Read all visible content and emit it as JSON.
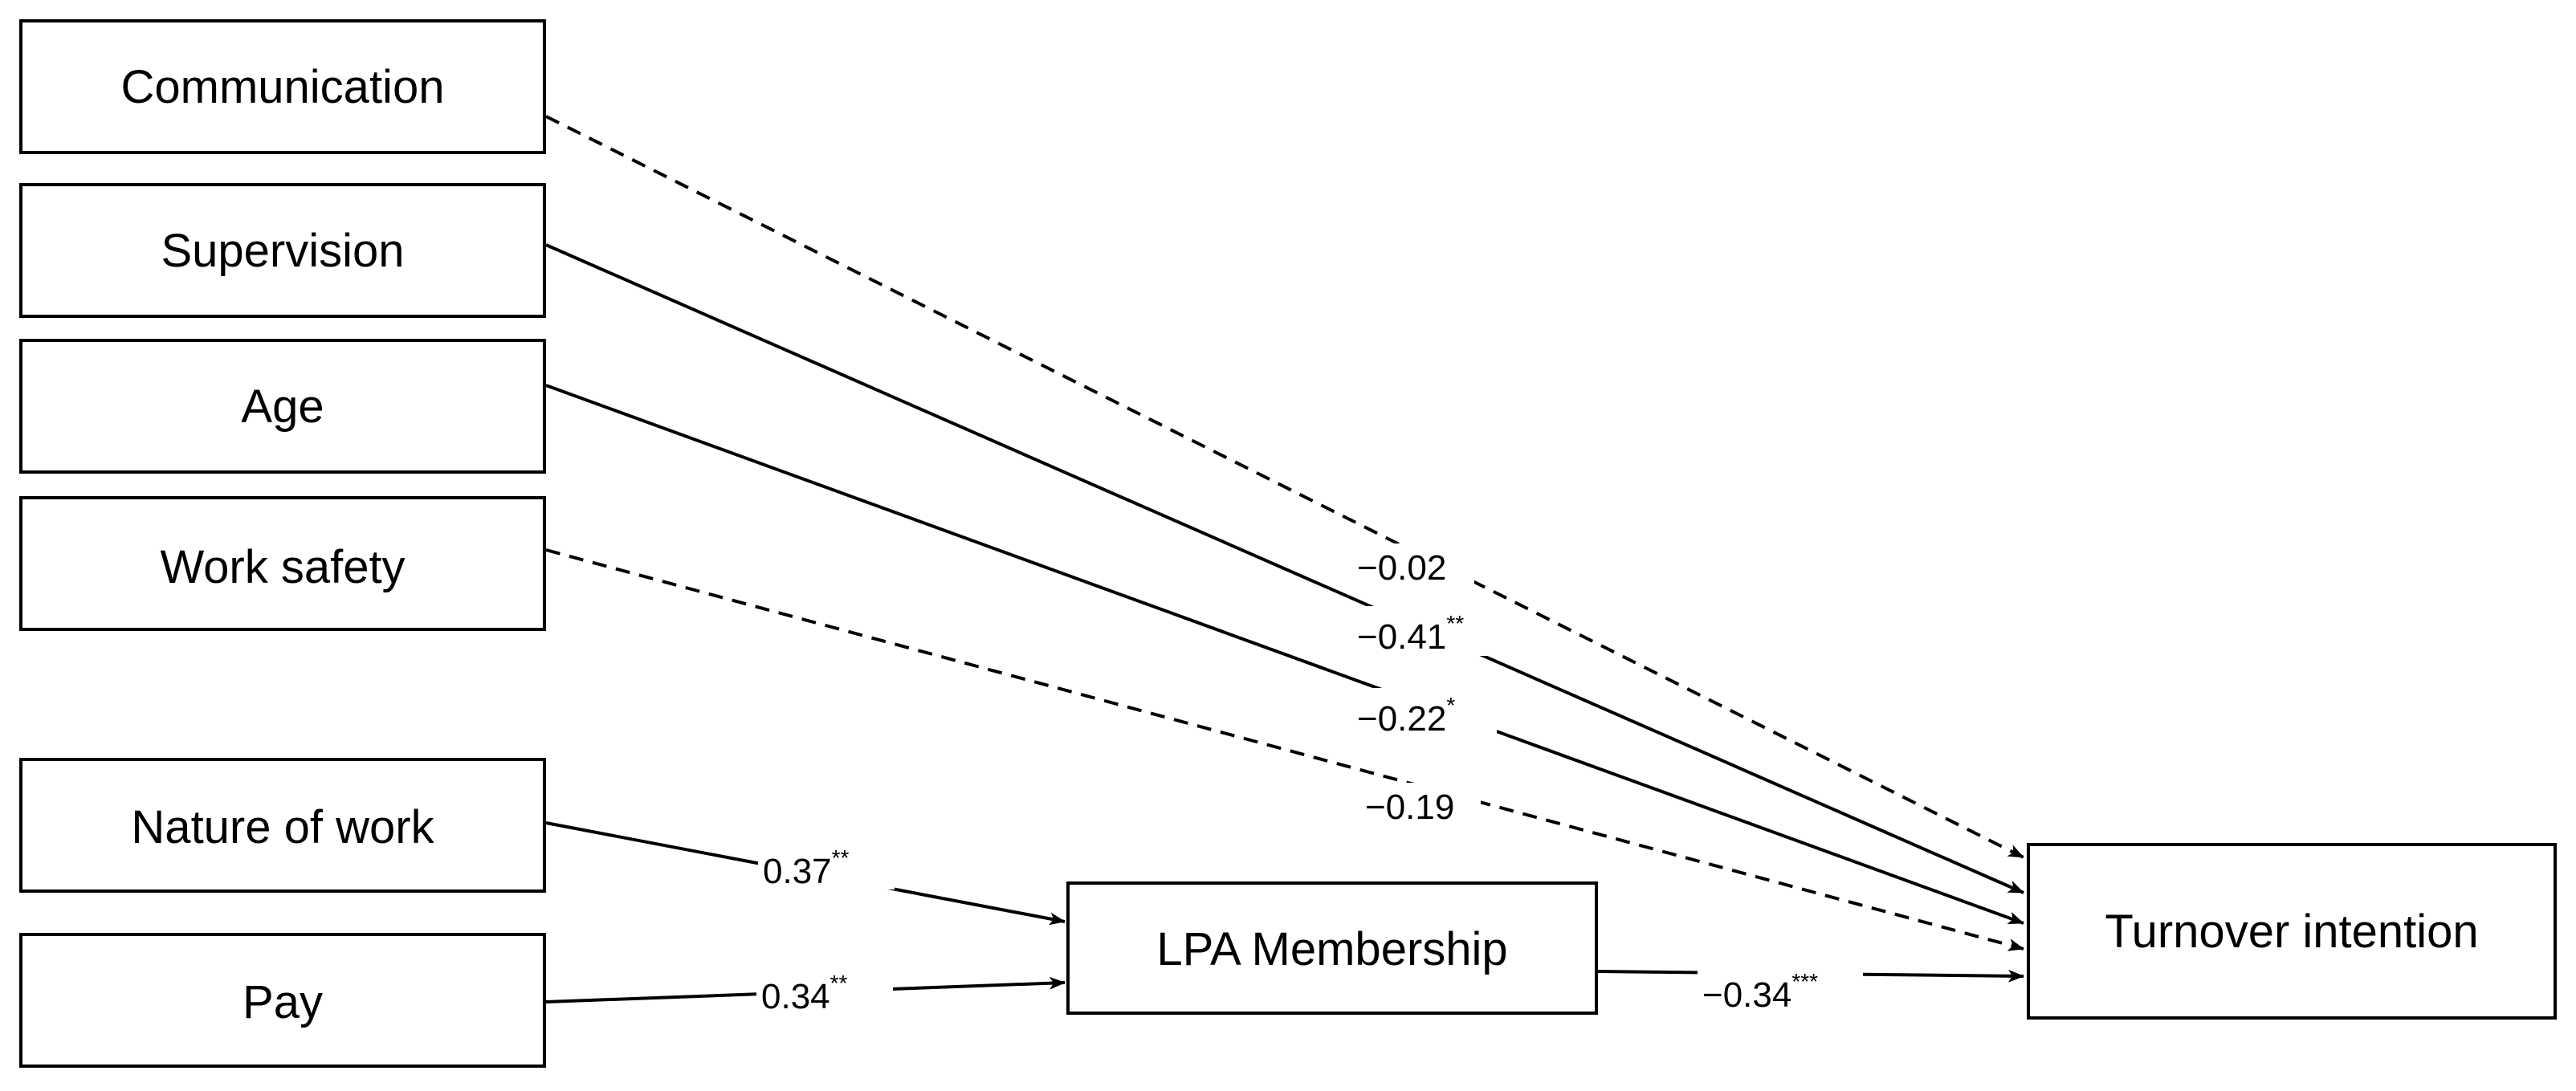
{
  "nodes": {
    "communication": "Communication",
    "supervision": "Supervision",
    "age": "Age",
    "work_safety": "Work safety",
    "nature_of_work": "Nature of work",
    "pay": "Pay",
    "lpa_membership": "LPA Membership",
    "turnover_intention": "Turnover intention"
  },
  "edges": {
    "communication_turnover": {
      "coef": "−0.02",
      "sig": "",
      "style": "dashed"
    },
    "supervision_turnover": {
      "coef": "−0.41",
      "sig": "**",
      "style": "solid"
    },
    "age_turnover": {
      "coef": "−0.22",
      "sig": "*",
      "style": "solid"
    },
    "work_safety_turnover": {
      "coef": "−0.19",
      "sig": "",
      "style": "dashed"
    },
    "nature_lpa": {
      "coef": "0.37",
      "sig": "**",
      "style": "solid"
    },
    "pay_lpa": {
      "coef": "0.34",
      "sig": "**",
      "style": "solid"
    },
    "lpa_turnover": {
      "coef": "−0.34",
      "sig": "***",
      "style": "solid"
    }
  }
}
